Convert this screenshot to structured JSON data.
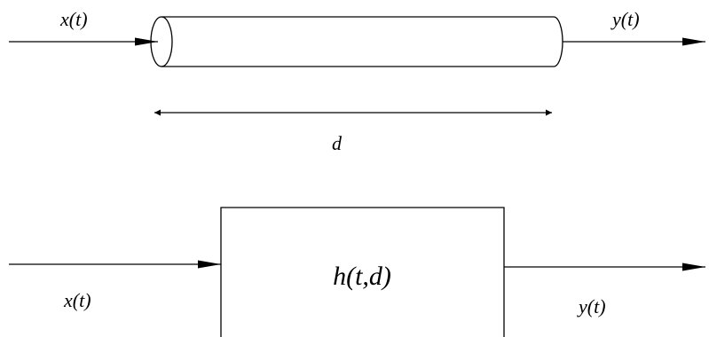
{
  "channel_diagram": {
    "input_label": "x(t)",
    "output_label": "y(t)",
    "length_label": "d"
  },
  "block_diagram": {
    "input_label": "x(t)",
    "output_label": "y(t)",
    "block_label": "h(t,d)"
  },
  "colors": {
    "stroke": "#000000",
    "background": "#ffffff"
  }
}
